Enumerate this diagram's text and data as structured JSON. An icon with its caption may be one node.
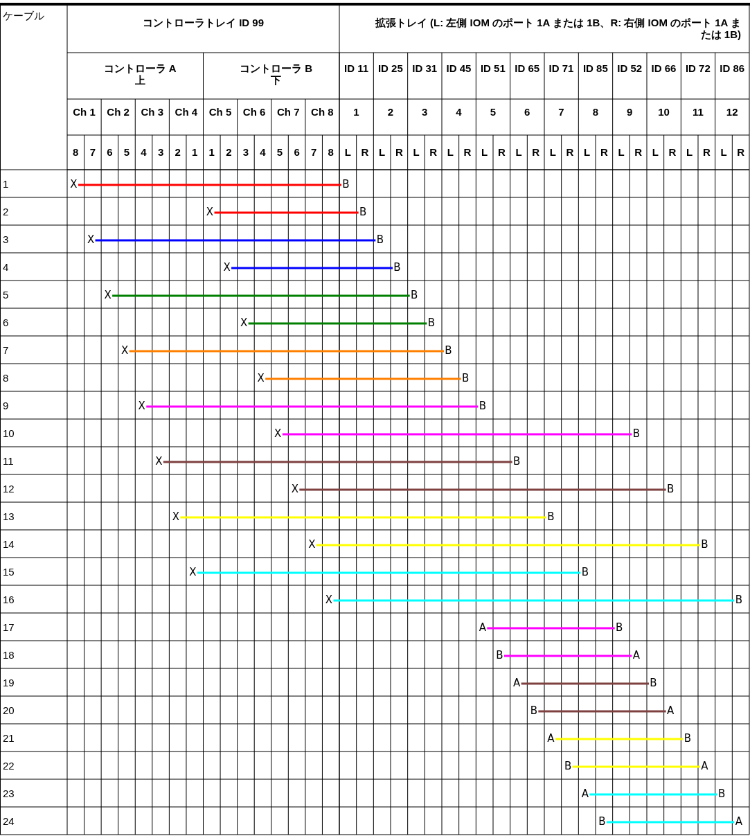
{
  "diagram": {
    "nodes": [
      {
        "text": [
          "X"
        ]
      },
      {
        "text": [
          "B"
        ]
      },
      {
        "text": [
          "X"
        ]
      },
      {
        "text": [
          "B"
        ]
      },
      {
        "text": [
          "X"
        ]
      },
      {
        "text": [
          "B"
        ]
      },
      {
        "text": [
          "X"
        ]
      },
      {
        "text": [
          "B"
        ]
      },
      {
        "text": [
          "X"
        ]
      },
      {
        "text": [
          "B"
        ]
      },
      {
        "text": [
          "X"
        ]
      },
      {
        "text": [
          "B"
        ]
      },
      {
        "text": [
          "X"
        ]
      },
      {
        "text": [
          "B"
        ]
      },
      {
        "text": [
          "X"
        ]
      },
      {
        "text": [
          "B"
        ]
      },
      {
        "text": [
          "X"
        ]
      },
      {
        "text": [
          "B"
        ]
      },
      {
        "text": [
          "X"
        ]
      },
      {
        "text": [
          "B"
        ]
      },
      {
        "text": [
          "X"
        ]
      },
      {
        "text": [
          "B"
        ]
      },
      {
        "text": [
          "X"
        ]
      },
      {
        "text": [
          "B"
        ]
      },
      {
        "text": [
          "X"
        ]
      },
      {
        "text": [
          "B"
        ]
      },
      {
        "text": [
          "X"
        ]
      },
      {
        "text": [
          "B"
        ]
      },
      {
        "text": [
          "X"
        ]
      },
      {
        "text": [
          "B"
        ]
      },
      {
        "text": [
          "X"
        ]
      },
      {
        "text": [
          "B"
        ]
      },
      {
        "text": [
          "A"
        ]
      },
      {
        "text": [
          "B"
        ]
      },
      {
        "text": [
          "B"
        ]
      },
      {
        "text": [
          "A"
        ]
      },
      {
        "text": [
          "A"
        ]
      },
      {
        "text": [
          "B"
        ]
      },
      {
        "text": [
          "B"
        ]
      },
      {
        "text": [
          "A"
        ]
      },
      {
        "text": [
          "A"
        ]
      },
      {
        "text": [
          "B"
        ]
      },
      {
        "text": [
          "B"
        ]
      },
      {
        "text": [
          "A"
        ]
      },
      {
        "text": [
          "A"
        ]
      },
      {
        "text": [
          "B"
        ]
      },
      {
        "text": [
          "B"
        ]
      },
      {
        "text": [
          "A"
        ]
      }
    ],
    "edges": [
      {
        "from": 0,
        "to": 1,
        "arrow": "none",
        "color": "#ff0000"
      },
      {
        "from": 2,
        "to": 3,
        "arrow": "none",
        "color": "#ff0000"
      },
      {
        "from": 4,
        "to": 5,
        "arrow": "none",
        "color": "#0000ff"
      },
      {
        "from": 6,
        "to": 7,
        "arrow": "none",
        "color": "#0000ff"
      },
      {
        "from": 8,
        "to": 9,
        "arrow": "none",
        "color": "#008000"
      },
      {
        "from": 10,
        "to": 11,
        "arrow": "none",
        "color": "#008000"
      },
      {
        "from": 12,
        "to": 13,
        "arrow": "none",
        "color": "#ff8000"
      },
      {
        "from": 14,
        "to": 15,
        "arrow": "none",
        "color": "#ff8000"
      },
      {
        "from": 16,
        "to": 17,
        "arrow": "none",
        "color": "#ff00ff"
      },
      {
        "from": 18,
        "to": 19,
        "arrow": "none",
        "color": "#ff00ff"
      },
      {
        "from": 20,
        "to": 21,
        "arrow": "none",
        "color": "#7f4040"
      },
      {
        "from": 22,
        "to": 23,
        "arrow": "none",
        "color": "#7f4040"
      },
      {
        "from": 24,
        "to": 25,
        "arrow": "none",
        "color": "#ffff00"
      },
      {
        "from": 26,
        "to": 27,
        "arrow": "none",
        "color": "#ffff00"
      },
      {
        "from": 28,
        "to": 29,
        "arrow": "none",
        "color": "#00ffff"
      },
      {
        "from": 30,
        "to": 31,
        "arrow": "none",
        "color": "#00ffff"
      },
      {
        "from": 32,
        "to": 33,
        "arrow": "none",
        "color": "#ff00ff"
      },
      {
        "from": 34,
        "to": 35,
        "arrow": "none",
        "color": "#ff00ff"
      },
      {
        "from": 36,
        "to": 37,
        "arrow": "none",
        "color": "#7f4040"
      },
      {
        "from": 38,
        "to": 39,
        "arrow": "none",
        "color": "#7f4040"
      },
      {
        "from": 40,
        "to": 41,
        "arrow": "none",
        "color": "#ffff00"
      },
      {
        "from": 42,
        "to": 43,
        "arrow": "none",
        "color": "#ffff00"
      },
      {
        "from": 44,
        "to": 45,
        "arrow": "none",
        "color": "#00ffff"
      },
      {
        "from": 46,
        "to": 47,
        "arrow": "none",
        "color": "#00ffff"
      }
    ],
    "labels": [
      "ケーブル",
      "コントローラトレイ ID 99",
      "拡張トレイ (L: 左側 IOM のポート 1A または 1B、R: 右側 IOM のポート 1A または 1B)",
      "コントローラ A上",
      "コントローラ B下",
      "ID 11",
      "ID 25",
      "ID 31",
      "ID 45",
      "ID 51",
      "ID 65",
      "ID 71",
      "ID 85",
      "ID 52",
      "ID 66",
      "ID 72",
      "ID 86",
      "Ch 1",
      "Ch 2",
      "Ch 3",
      "Ch 4",
      "Ch 5",
      "Ch 6",
      "Ch 7",
      "Ch 8",
      "1",
      "2",
      "3",
      "4",
      "5",
      "6",
      "7",
      "8",
      "9",
      "10",
      "11",
      "12",
      "8",
      "7",
      "6",
      "5",
      "4",
      "3",
      "2",
      "1",
      "1",
      "2",
      "3",
      "4",
      "5",
      "6",
      "7",
      "8",
      "L",
      "R",
      "L",
      "R",
      "L",
      "R",
      "L",
      "R",
      "L",
      "R",
      "L",
      "R",
      "L",
      "R",
      "L",
      "R",
      "L",
      "R",
      "L",
      "R",
      "L",
      "R",
      "L",
      "R",
      "1",
      "2",
      "3",
      "4",
      "5",
      "6",
      "7",
      "8",
      "9",
      "10",
      "11",
      "12",
      "13",
      "14",
      "15",
      "16",
      "17",
      "18",
      "19",
      "20",
      "21",
      "22",
      "23",
      "24"
    ]
  }
}
